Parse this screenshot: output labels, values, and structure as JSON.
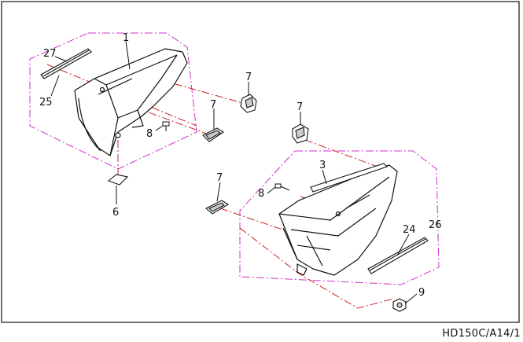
{
  "diagram": {
    "callouts": [
      {
        "id": "c1",
        "text": "1"
      },
      {
        "id": "c27",
        "text": "27"
      },
      {
        "id": "c25",
        "text": "25"
      },
      {
        "id": "c8a",
        "text": "8"
      },
      {
        "id": "c6",
        "text": "6"
      },
      {
        "id": "c7a",
        "text": "7"
      },
      {
        "id": "c7b",
        "text": "7"
      },
      {
        "id": "c7c",
        "text": "7"
      },
      {
        "id": "c7d",
        "text": "7"
      },
      {
        "id": "c3",
        "text": "3"
      },
      {
        "id": "c8b",
        "text": "8"
      },
      {
        "id": "c24",
        "text": "24"
      },
      {
        "id": "c26",
        "text": "26"
      },
      {
        "id": "c9",
        "text": "9"
      }
    ],
    "drawing_code": "HD150C/A14/1"
  },
  "colors": {
    "group_boundary": "#cc33cc",
    "leader_lines": "#cc2222",
    "line_art": "#111111"
  }
}
